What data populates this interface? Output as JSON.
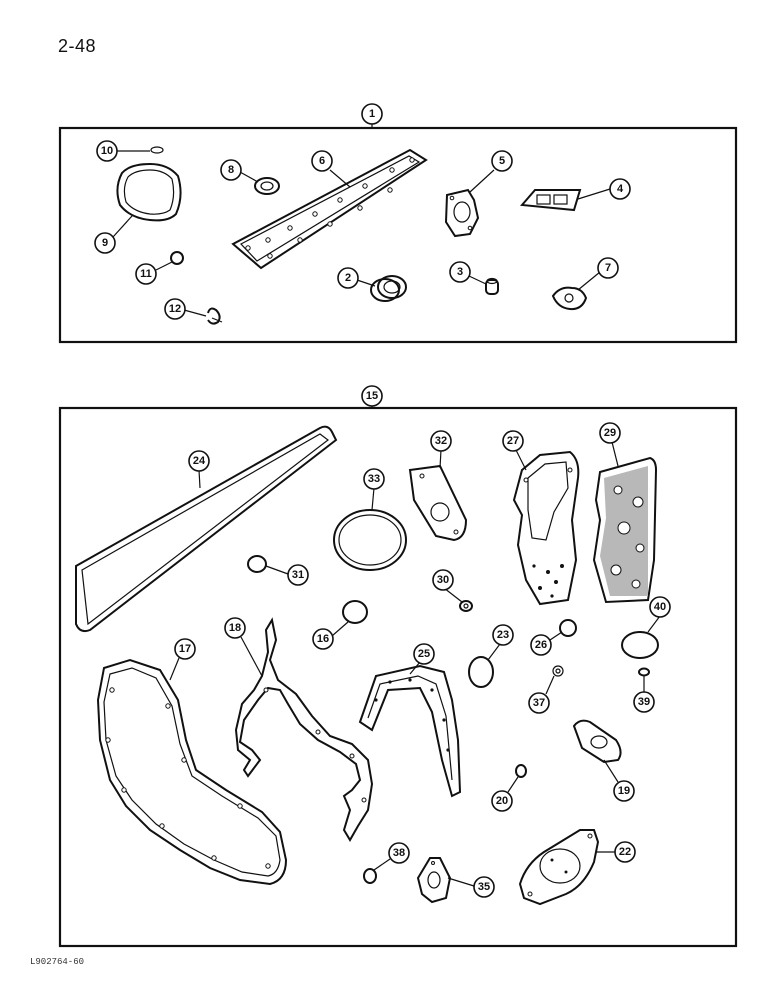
{
  "page": {
    "number": "2-48",
    "footer_code": "L902764-60"
  },
  "kit_top": {
    "kit_callout": "1",
    "parts": [
      {
        "ref": "10"
      },
      {
        "ref": "8"
      },
      {
        "ref": "6"
      },
      {
        "ref": "5"
      },
      {
        "ref": "4"
      },
      {
        "ref": "9"
      },
      {
        "ref": "11"
      },
      {
        "ref": "2"
      },
      {
        "ref": "3"
      },
      {
        "ref": "7"
      },
      {
        "ref": "12"
      }
    ]
  },
  "kit_bottom": {
    "kit_callout": "15",
    "parts": [
      {
        "ref": "24"
      },
      {
        "ref": "32"
      },
      {
        "ref": "27"
      },
      {
        "ref": "29"
      },
      {
        "ref": "33"
      },
      {
        "ref": "31"
      },
      {
        "ref": "30"
      },
      {
        "ref": "40"
      },
      {
        "ref": "18"
      },
      {
        "ref": "16"
      },
      {
        "ref": "23"
      },
      {
        "ref": "26"
      },
      {
        "ref": "17"
      },
      {
        "ref": "25"
      },
      {
        "ref": "39"
      },
      {
        "ref": "37"
      },
      {
        "ref": "19"
      },
      {
        "ref": "20"
      },
      {
        "ref": "38"
      },
      {
        "ref": "22"
      },
      {
        "ref": "35"
      }
    ]
  },
  "colors": {
    "line": "#111111",
    "background": "#ffffff"
  }
}
